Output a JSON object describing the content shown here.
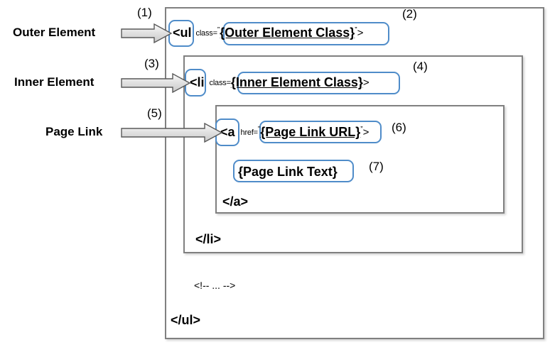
{
  "diagram": {
    "title": "HTML list markup annotation diagram",
    "accent_blue": "#4F8CC9",
    "box_gray": "#808080",
    "labels": [
      {
        "name": "outer-element",
        "text": "Outer Element",
        "callout": "(1)"
      },
      {
        "name": "inner-element",
        "text": "Inner Element",
        "callout": "(3)"
      },
      {
        "name": "page-link",
        "text": "Page Link",
        "callout": "(5)"
      }
    ],
    "callouts": {
      "one": "(1)",
      "two": "(2)",
      "three": "(3)",
      "four": "(4)",
      "five": "(5)",
      "six": "(6)",
      "seven": "(7)"
    },
    "code": {
      "ul_open_tag": "<ul",
      "ul_attr": "class=",
      "ul_quote_open": "”",
      "ul_value": "{Outer Element Class}",
      "ul_quote_close": "”",
      "ul_close_angle": ">",
      "li_open_tag": "<li",
      "li_attr": "class=",
      "li_value": "{Inner Element Class}",
      "li_close_angle": ">",
      "a_open_tag": "<a",
      "a_attr": "href=",
      "a_quote_open": "”",
      "a_value": "{Page Link URL}",
      "a_quote_close": "”",
      "a_close_angle": ">",
      "link_text": "{Page Link Text}",
      "a_end": "</a>",
      "li_end": "</li>",
      "comment": "<!-- ... -->",
      "ul_end": "</ul>"
    }
  }
}
